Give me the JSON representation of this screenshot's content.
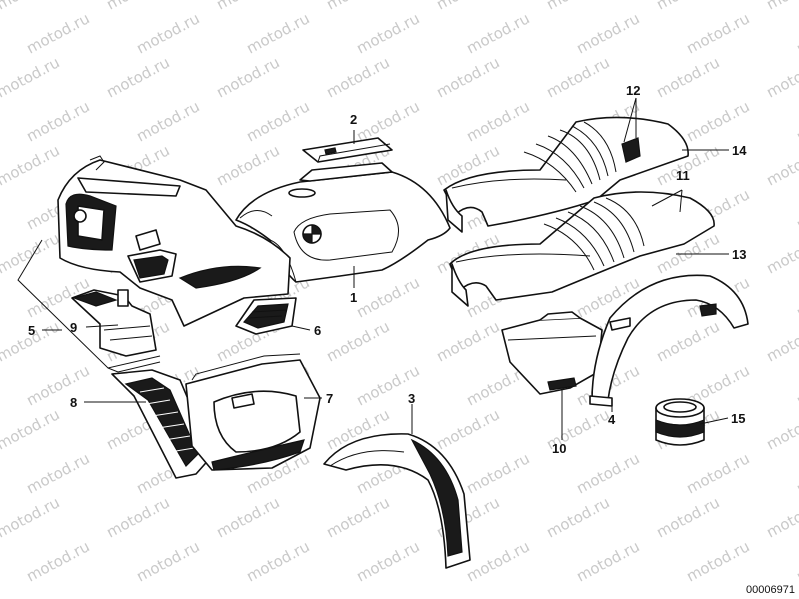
{
  "watermark": {
    "text": "motod.ru"
  },
  "reference_number": "00006971",
  "callouts": [
    {
      "id": "1",
      "label": "1"
    },
    {
      "id": "2",
      "label": "2"
    },
    {
      "id": "3",
      "label": "3"
    },
    {
      "id": "4",
      "label": "4"
    },
    {
      "id": "5",
      "label": "5"
    },
    {
      "id": "6",
      "label": "6"
    },
    {
      "id": "7",
      "label": "7"
    },
    {
      "id": "8",
      "label": "8"
    },
    {
      "id": "9",
      "label": "9"
    },
    {
      "id": "10",
      "label": "10"
    },
    {
      "id": "11",
      "label": "11"
    },
    {
      "id": "12",
      "label": "12"
    },
    {
      "id": "13",
      "label": "13"
    },
    {
      "id": "14",
      "label": "14"
    },
    {
      "id": "15",
      "label": "15"
    }
  ]
}
